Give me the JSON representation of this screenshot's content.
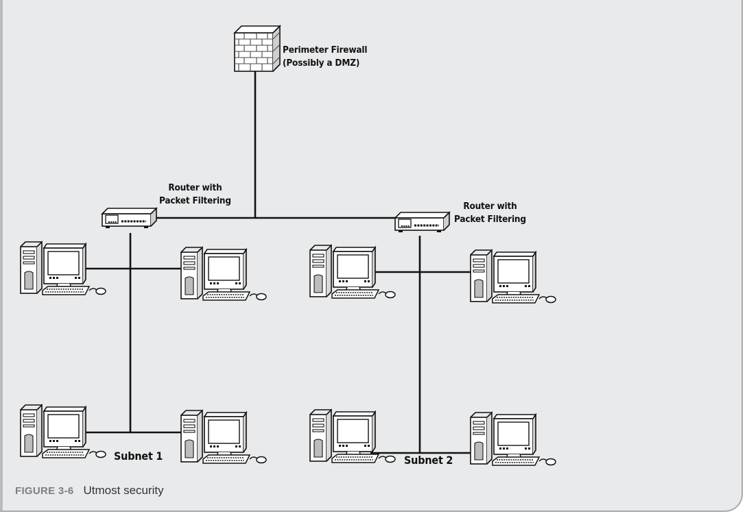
{
  "diagram": {
    "firewall_label_line1": "Perimeter Firewall",
    "firewall_label_line2": "(Possibly a DMZ)",
    "router_left_label_line1": "Router with",
    "router_left_label_line2": "Packet Filtering",
    "router_right_label_line1": "Router with",
    "router_right_label_line2": "Packet Filtering",
    "subnet1_label": "Subnet 1",
    "subnet2_label": "Subnet 2"
  },
  "caption": {
    "number": "FIGURE 3-6",
    "text": "Utmost security"
  },
  "colors": {
    "background": "#e9eaeb",
    "caption_number": "#7c7e81",
    "line": "#111111"
  }
}
